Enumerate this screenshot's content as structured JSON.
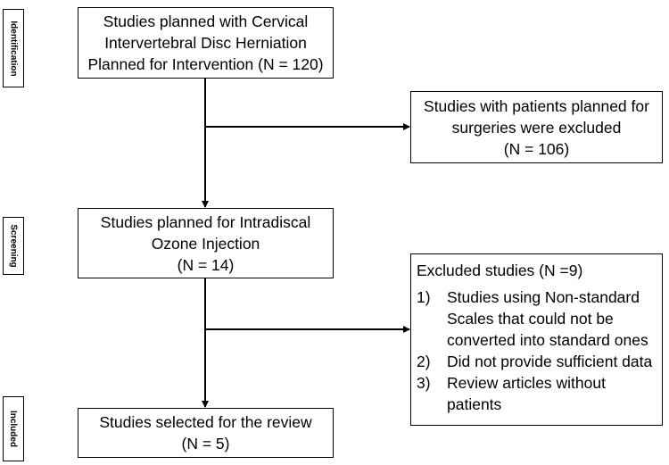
{
  "stages": {
    "identification": "Identification",
    "screening": "Screening",
    "included": "Included"
  },
  "boxes": {
    "identified": [
      "Studies planned with Cervical",
      "Intervertebral Disc Herniation",
      "Planned for Intervention (N = 120)"
    ],
    "excluded_surgery": [
      "Studies with patients planned for",
      "surgeries were excluded",
      "(N = 106)"
    ],
    "screened": [
      "Studies planned for Intradiscal",
      "Ozone Injection",
      "(N = 14)"
    ],
    "excluded_studies": {
      "title": "Excluded studies (N =9)",
      "items": [
        {
          "num": "1)",
          "lines": [
            "Studies using Non-standard",
            "Scales that could not be",
            "converted into standard ones"
          ]
        },
        {
          "num": "2)",
          "lines": [
            "Did not provide sufficient data"
          ]
        },
        {
          "num": "3)",
          "lines": [
            "Review articles without",
            "patients"
          ]
        }
      ]
    },
    "included": [
      "Studies selected for the review",
      "(N = 5)"
    ]
  }
}
